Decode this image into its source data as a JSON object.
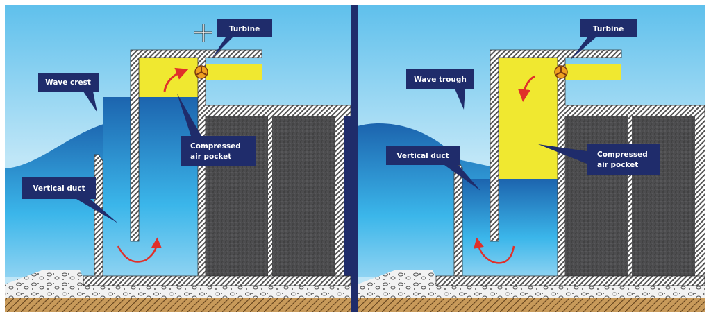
{
  "left_panel": {
    "title": "Wave crest",
    "labels": {
      "turbine": "Turbine",
      "wave": "Wave crest",
      "air_line1": "Compressed",
      "air_line2": "air pocket",
      "duct": "Vertical duct"
    }
  },
  "right_panel": {
    "title": "Wave trough",
    "labels": {
      "turbine": "Turbine",
      "wave": "Wave trough",
      "air_line1": "Compressed",
      "air_line2": "air pocket",
      "duct": "Vertical duct"
    }
  },
  "colors": {
    "label_bg": "#1f2c6b",
    "air": "#f0e830",
    "arrow": "#e0302a",
    "water_dark": "#1c6fb8",
    "sky": "#7ccbed"
  }
}
